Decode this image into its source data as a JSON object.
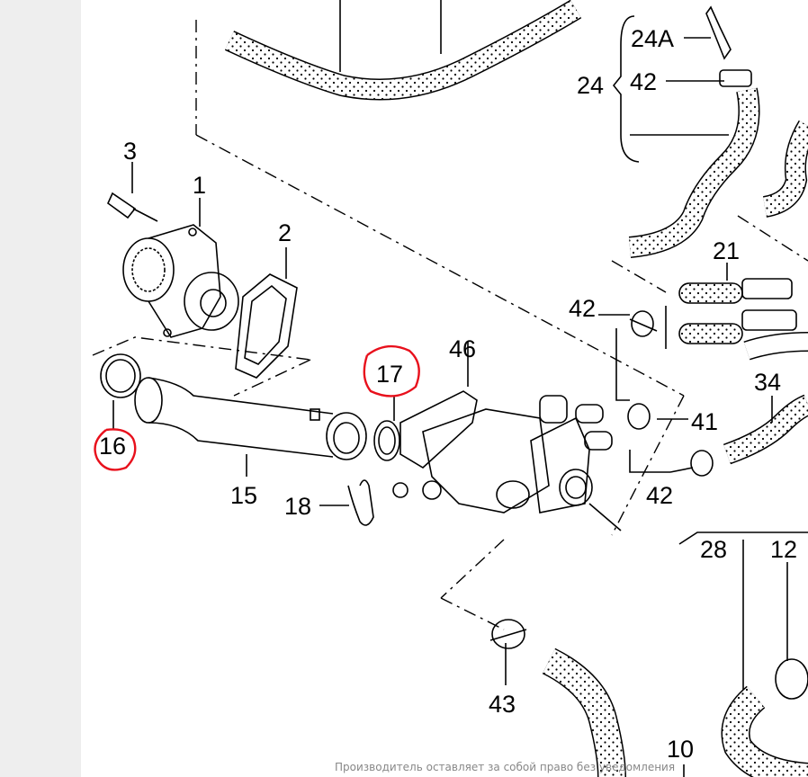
{
  "labels": {
    "l3": "3",
    "l1": "1",
    "l2": "2",
    "l16": "16",
    "l15": "15",
    "l18": "18",
    "l17": "17",
    "l46": "46",
    "l24a": "24A",
    "l24": "24",
    "l42a": "42",
    "l42b": "42",
    "l42c": "42",
    "l21": "21",
    "l41": "41",
    "l34": "34",
    "l28": "28",
    "l12": "12",
    "l43": "43",
    "l10": "10"
  },
  "footer": "Производитель оставляет за собой право без уведомления",
  "colors": {
    "line": "#000000",
    "highlight": "#e8101c",
    "background": "#ffffff",
    "margin": "#eeeeee"
  }
}
